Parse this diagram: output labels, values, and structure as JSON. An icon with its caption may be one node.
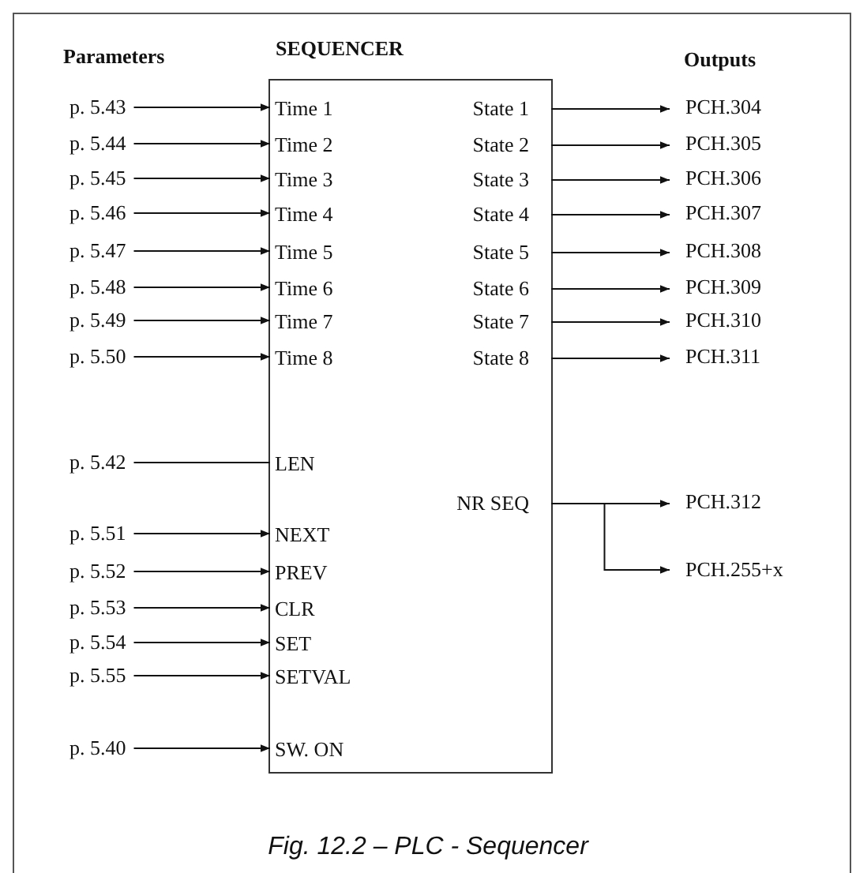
{
  "diagram": {
    "caption": "Fig. 12.2 – PLC - Sequencer",
    "nodes": [
      {
        "text": [
          "SEQUENCER"
        ]
      },
      {
        "text": [
          "p. 5.43"
        ]
      },
      {
        "text": [
          "Time 1"
        ],
        "in": 0
      },
      {
        "text": [
          "State 1"
        ],
        "in": 0
      },
      {
        "text": [
          "PCH.304"
        ]
      },
      {
        "text": [
          "p. 5.44"
        ]
      },
      {
        "text": [
          "Time 2"
        ],
        "in": 0
      },
      {
        "text": [
          "State 2"
        ],
        "in": 0
      },
      {
        "text": [
          "PCH.305"
        ]
      },
      {
        "text": [
          "p. 5.45"
        ]
      },
      {
        "text": [
          "Time 3"
        ],
        "in": 0
      },
      {
        "text": [
          "State 3"
        ],
        "in": 0
      },
      {
        "text": [
          "PCH.306"
        ]
      },
      {
        "text": [
          "p. 5.46"
        ]
      },
      {
        "text": [
          "Time 4"
        ],
        "in": 0
      },
      {
        "text": [
          "State 4"
        ],
        "in": 0
      },
      {
        "text": [
          "PCH.307"
        ]
      },
      {
        "text": [
          "p. 5.47"
        ]
      },
      {
        "text": [
          "Time 5"
        ],
        "in": 0
      },
      {
        "text": [
          "State 5"
        ],
        "in": 0
      },
      {
        "text": [
          "PCH.308"
        ]
      },
      {
        "text": [
          "p. 5.48"
        ]
      },
      {
        "text": [
          "Time 6"
        ],
        "in": 0
      },
      {
        "text": [
          "State 6"
        ],
        "in": 0
      },
      {
        "text": [
          "PCH.309"
        ]
      },
      {
        "text": [
          "p. 5.49"
        ]
      },
      {
        "text": [
          "Time 7"
        ],
        "in": 0
      },
      {
        "text": [
          "State 7"
        ],
        "in": 0
      },
      {
        "text": [
          "PCH.310"
        ]
      },
      {
        "text": [
          "p. 5.50"
        ]
      },
      {
        "text": [
          "Time 8"
        ],
        "in": 0
      },
      {
        "text": [
          "State 8"
        ],
        "in": 0
      },
      {
        "text": [
          "PCH.311"
        ]
      },
      {
        "text": [
          "p. 5.42"
        ]
      },
      {
        "text": [
          "LEN"
        ],
        "in": 0
      },
      {
        "text": [
          "NR SEQ"
        ],
        "in": 0
      },
      {
        "text": [
          "PCH.312"
        ]
      },
      {
        "text": [
          "PCH.255+x"
        ]
      },
      {
        "text": [
          "p. 5.51"
        ]
      },
      {
        "text": [
          "NEXT"
        ],
        "in": 0
      },
      {
        "text": [
          "p. 5.52"
        ]
      },
      {
        "text": [
          "PREV"
        ],
        "in": 0
      },
      {
        "text": [
          "p. 5.53"
        ]
      },
      {
        "text": [
          "CLR"
        ],
        "in": 0
      },
      {
        "text": [
          "p. 5.54"
        ]
      },
      {
        "text": [
          "SET"
        ],
        "in": 0
      },
      {
        "text": [
          "p. 5.55"
        ]
      },
      {
        "text": [
          "SETVAL"
        ],
        "in": 0
      },
      {
        "text": [
          "p. 5.40"
        ]
      },
      {
        "text": [
          "SW. ON"
        ],
        "in": 0
      }
    ],
    "edges": [
      {
        "from": 1,
        "to": 2,
        "arrow": "to"
      },
      {
        "from": 3,
        "to": 4,
        "arrow": "to"
      },
      {
        "from": 5,
        "to": 6,
        "arrow": "to"
      },
      {
        "from": 7,
        "to": 8,
        "arrow": "to"
      },
      {
        "from": 9,
        "to": 10,
        "arrow": "to"
      },
      {
        "from": 11,
        "to": 12,
        "arrow": "to"
      },
      {
        "from": 13,
        "to": 14,
        "arrow": "to"
      },
      {
        "from": 15,
        "to": 16,
        "arrow": "to"
      },
      {
        "from": 17,
        "to": 18,
        "arrow": "to"
      },
      {
        "from": 19,
        "to": 20,
        "arrow": "to"
      },
      {
        "from": 21,
        "to": 22,
        "arrow": "to"
      },
      {
        "from": 23,
        "to": 24,
        "arrow": "to"
      },
      {
        "from": 25,
        "to": 26,
        "arrow": "to"
      },
      {
        "from": 27,
        "to": 28,
        "arrow": "to"
      },
      {
        "from": 29,
        "to": 30,
        "arrow": "to"
      },
      {
        "from": 31,
        "to": 32,
        "arrow": "to"
      },
      {
        "from": 33,
        "to": 34,
        "arrow": "none"
      },
      {
        "from": 35,
        "to": 36,
        "arrow": "to"
      },
      {
        "from": 35,
        "to": 37,
        "arrow": "to"
      },
      {
        "from": 38,
        "to": 39,
        "arrow": "to"
      },
      {
        "from": 40,
        "to": 41,
        "arrow": "to"
      },
      {
        "from": 42,
        "to": 43,
        "arrow": "to"
      },
      {
        "from": 44,
        "to": 45,
        "arrow": "to"
      },
      {
        "from": 46,
        "to": 47,
        "arrow": "to"
      },
      {
        "from": 48,
        "to": 49,
        "arrow": "to"
      }
    ],
    "labels": [
      "Parameters",
      "Outputs"
    ]
  }
}
